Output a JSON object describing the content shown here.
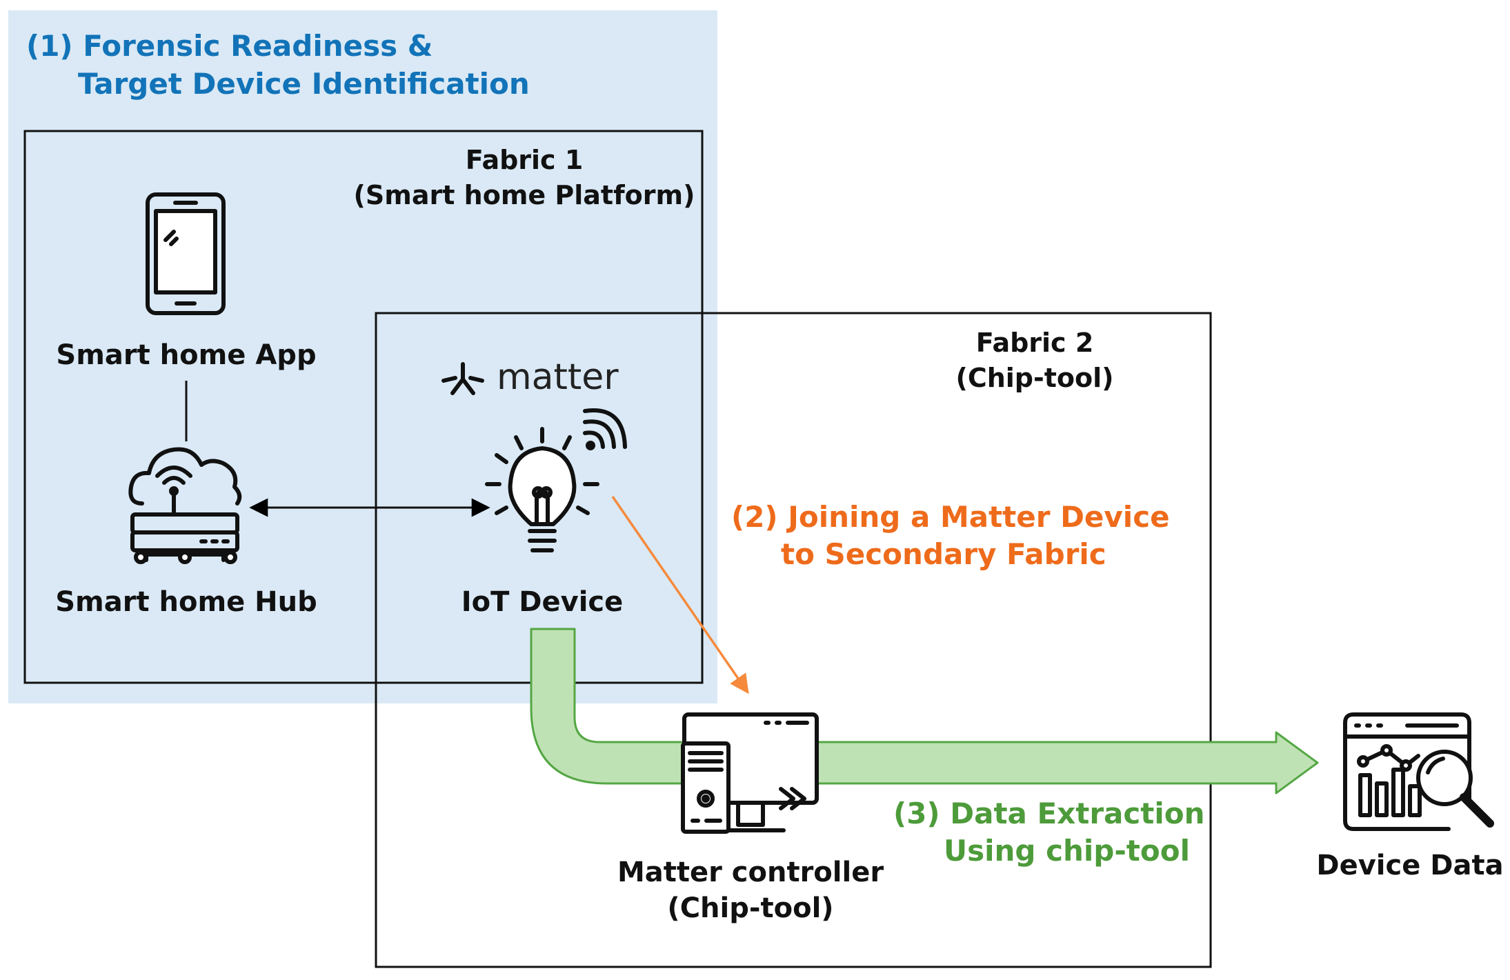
{
  "phase1": {
    "line1": "(1) Forensic Readiness &",
    "line2": "Target Device Identification"
  },
  "phase2": {
    "line1": "(2) Joining a Matter Device",
    "line2": "to Secondary Fabric"
  },
  "phase3": {
    "line1": "(3) Data Extraction",
    "line2": "Using chip-tool"
  },
  "fabric1": {
    "line1": "Fabric 1",
    "line2": "(Smart home Platform)"
  },
  "fabric2": {
    "line1": "Fabric 2",
    "line2": "(Chip-tool)"
  },
  "nodes": {
    "app": "Smart home App",
    "hub": "Smart home Hub",
    "iot": "IoT Device",
    "controller_line1": "Matter controller",
    "controller_line2": "(Chip-tool)",
    "device_data": "Device Data"
  },
  "matter_logo_text": "matter",
  "colors": {
    "phase1_bg": "#dae9f5",
    "phase1_text": "#1273b8",
    "phase2_text": "#ee6b1b",
    "phase3_text": "#4d9b3a",
    "flow_fill": "#bfe2b4",
    "flow_stroke": "#54a744",
    "orange_arrow": "#f58a3c"
  },
  "icons": [
    "smartphone-icon",
    "cloud-router-icon",
    "matter-logo-icon",
    "lightbulb-wifi-icon",
    "computer-icon",
    "data-analytics-icon"
  ]
}
